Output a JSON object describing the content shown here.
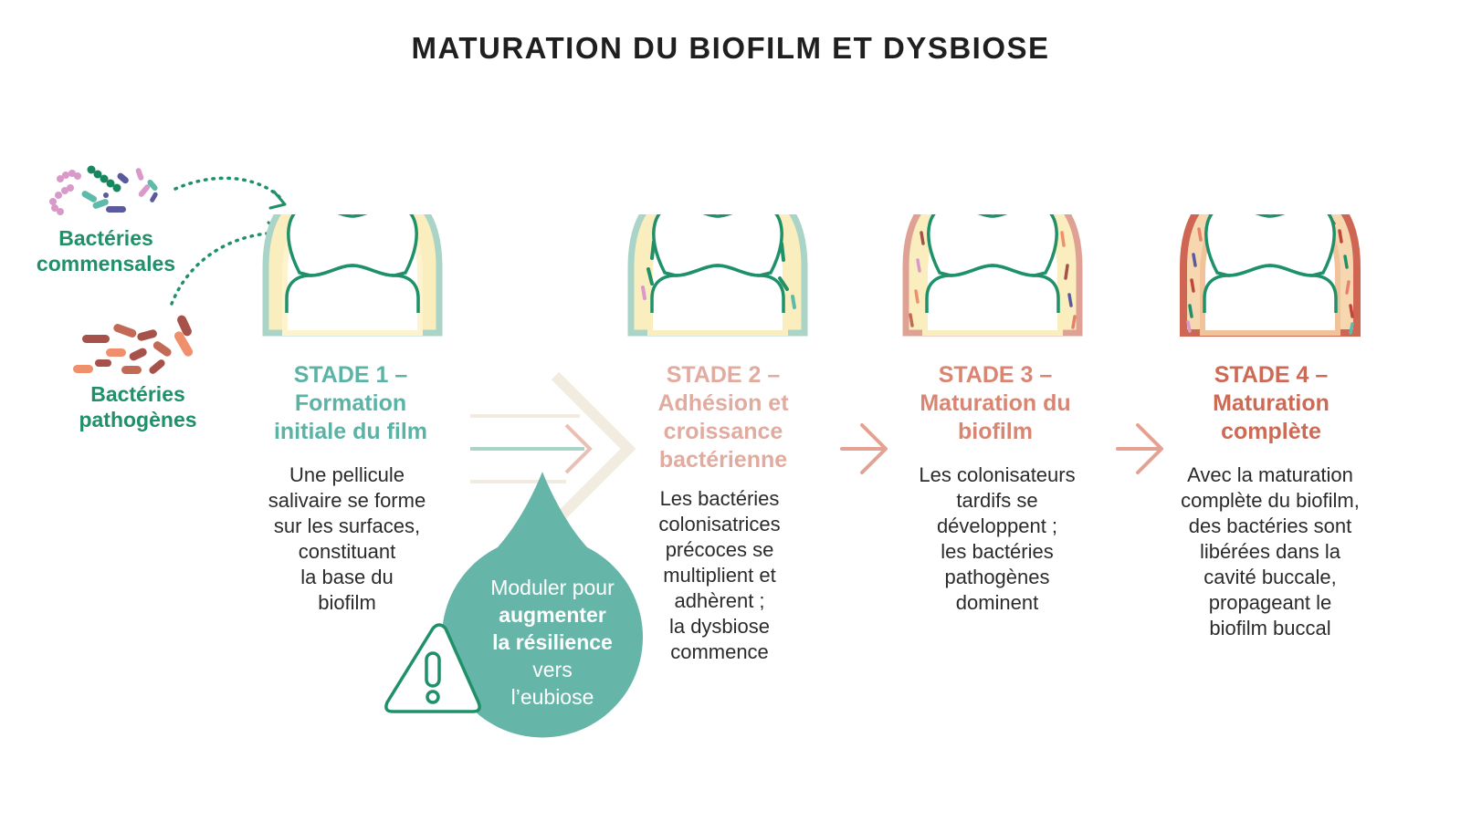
{
  "title": "MATURATION DU BIOFILM ET DYSBIOSE",
  "bacteria": {
    "commensal": [
      "Bactéries",
      "commensales"
    ],
    "pathogenic": [
      "Bactéries",
      "pathogènes"
    ]
  },
  "stages": [
    {
      "title": [
        "STADE 1 –",
        "Formation",
        "initiale du film"
      ],
      "description": [
        "Une pellicule",
        "salivaire se forme",
        "sur les surfaces,",
        "constituant",
        "la base du",
        "biofilm"
      ],
      "color": "#5bb3a6"
    },
    {
      "title": [
        "STADE 2 –",
        "Adhésion et",
        "croissance",
        "bactérienne"
      ],
      "description": [
        "Les bactéries",
        "colonisatrices",
        "précoces se",
        "multiplient et",
        "adhèrent ;",
        "la dysbiose",
        "commence"
      ],
      "color": "#e2aba0"
    },
    {
      "title": [
        "STADE 3 –",
        "Maturation du",
        "biofilm"
      ],
      "description": [
        "Les colonisateurs",
        "tardifs se",
        "développent ;",
        "les bactéries",
        "pathogènes",
        "dominent"
      ],
      "color": "#d98572"
    },
    {
      "title": [
        "STADE 4 –",
        "Maturation",
        "complète"
      ],
      "description": [
        "Avec la maturation",
        "complète du biofilm,",
        "des bactéries sont",
        "libérées dans la",
        "cavité buccale,",
        "propageant le",
        "biofilm buccal"
      ],
      "color": "#cc6a56"
    }
  ],
  "callout": {
    "line1": "Moduler pour",
    "bold1": "augmenter",
    "bold2": "la résilience",
    "line4": "vers",
    "line5": "l’eubiose"
  },
  "colors": {
    "green": "#1f9068",
    "teal": "#5bb3a6",
    "bubble": "#66b5a9",
    "arrow_pink": "#e4a293",
    "plaque_yellow": "#fbeebe"
  },
  "icons": [
    "warning-icon",
    "arrow-right-icon",
    "dotted-arrow-icon",
    "tooth-icon"
  ]
}
